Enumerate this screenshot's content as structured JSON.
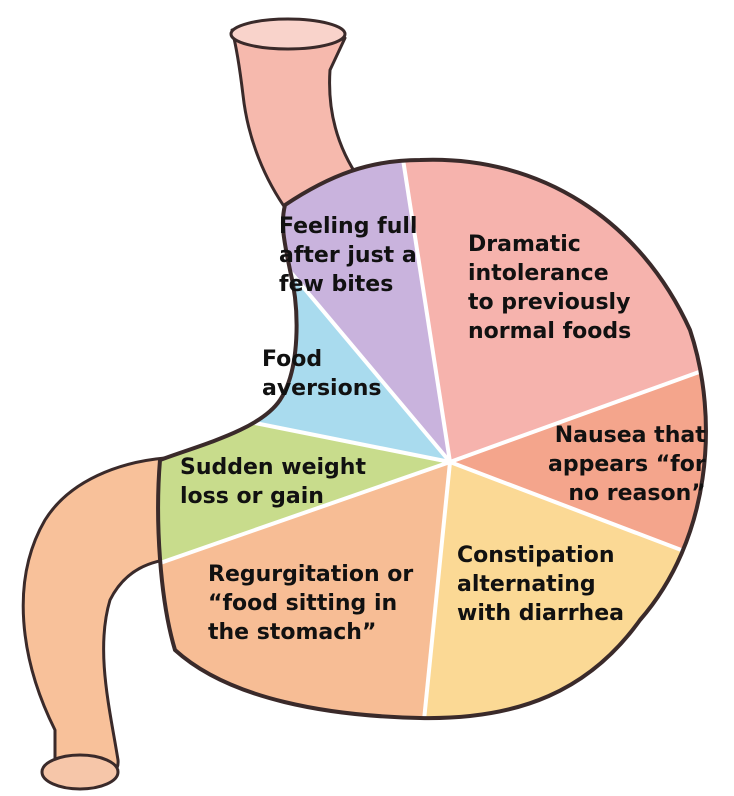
{
  "segments": [
    {
      "id": "dramatic",
      "lines": [
        "Dramatic",
        "intolerance",
        "to previously",
        "normal foods"
      ],
      "color": "#f6b3ad"
    },
    {
      "id": "full",
      "lines": [
        "Feeling full",
        "after just a",
        "few bites"
      ],
      "color": "#c9b3dd"
    },
    {
      "id": "aversions",
      "lines": [
        "Food",
        "aversions"
      ],
      "color": "#a9dbee"
    },
    {
      "id": "nausea",
      "lines": [
        "Nausea that",
        "appears “for",
        "no reason”"
      ],
      "color": "#f4a58c"
    },
    {
      "id": "weight",
      "lines": [
        "Sudden weight",
        "loss or gain"
      ],
      "color": "#c8dc8c"
    },
    {
      "id": "constip",
      "lines": [
        "Constipation",
        "alternating",
        "with diarrhea"
      ],
      "color": "#fbd995"
    },
    {
      "id": "regurg",
      "lines": [
        "Regurgitation or",
        "“food sitting in",
        "the stomach”"
      ],
      "color": "#f7bd95"
    }
  ],
  "colors": {
    "esophagus": "#f6b9ad",
    "duodenum": "#f8c19a",
    "outline": "#3a2a2a",
    "divider": "#ffffff"
  }
}
